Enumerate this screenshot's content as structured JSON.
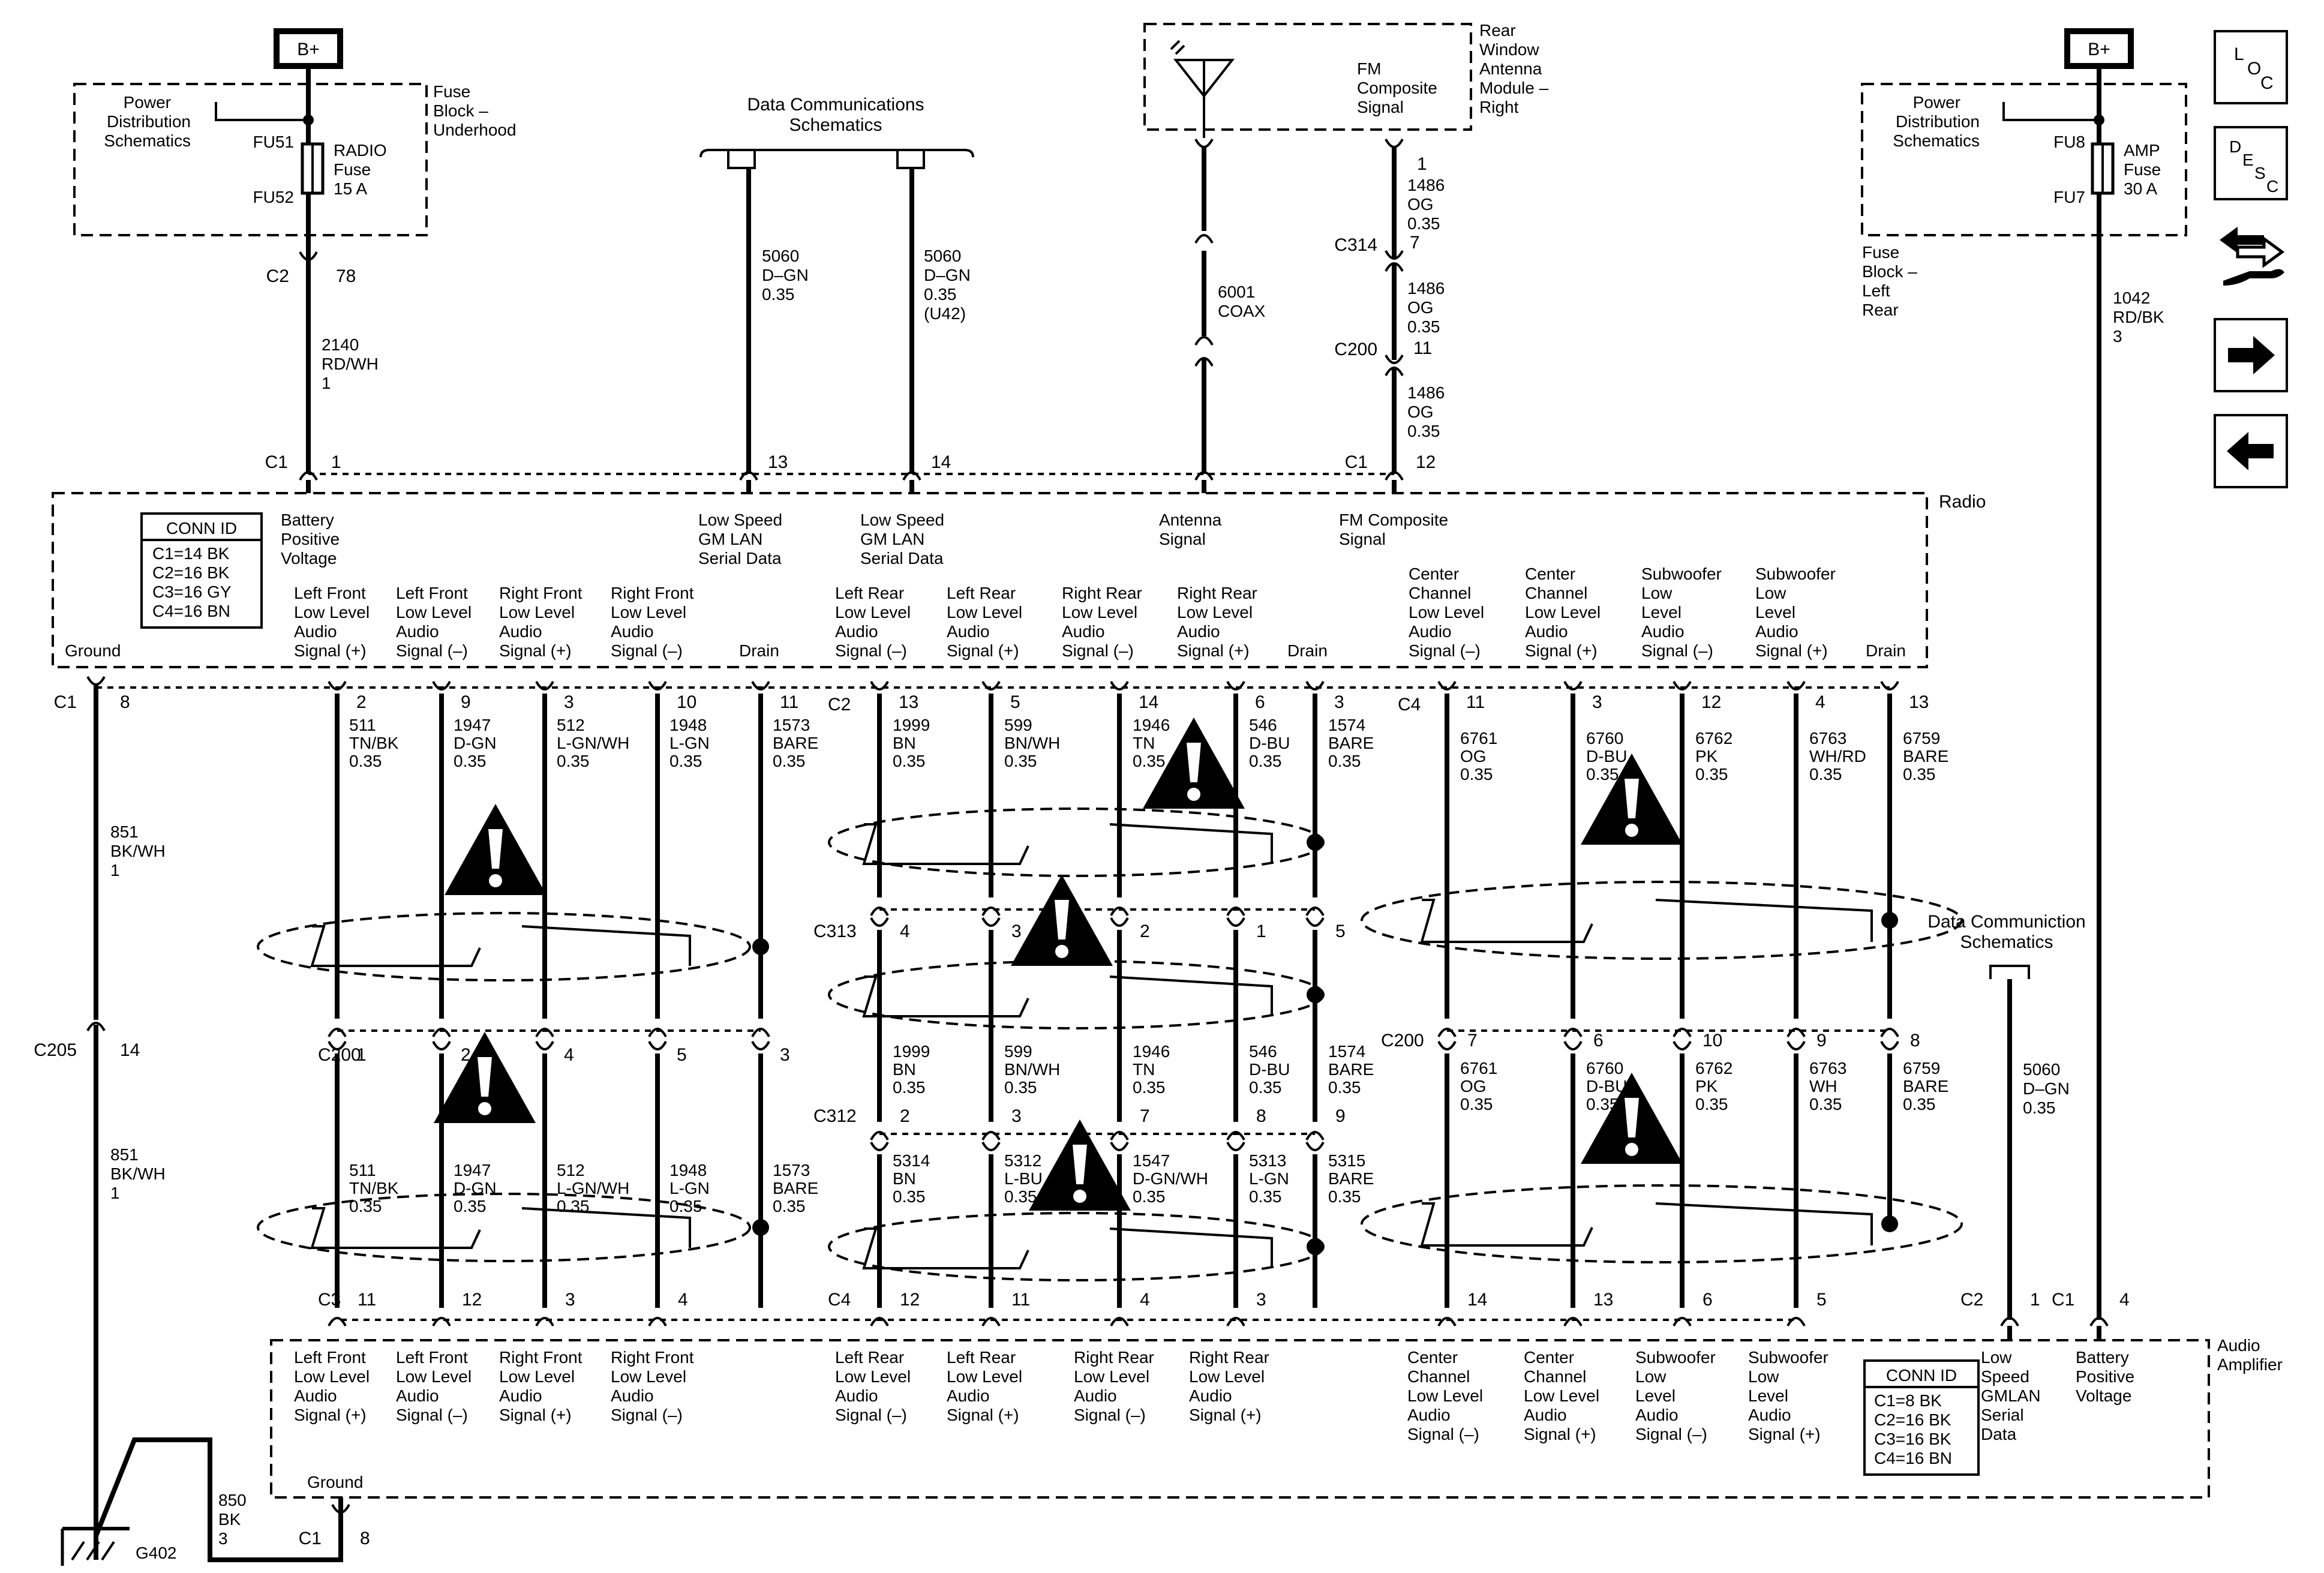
{
  "fuse_left": {
    "source": "B+",
    "pds": "Power Distribution Schematics",
    "fu_top": "FU51",
    "fu_bottom": "FU52",
    "fuse": "RADIO Fuse 15 A",
    "block": "Fuse Block – Underhood"
  },
  "fuse_right": {
    "source": "B+",
    "pds": "Power Distribution Schematics",
    "fu_top": "FU8",
    "fu_bottom": "FU7",
    "fuse": "AMP Fuse 30 A",
    "block": "Fuse Block – Left Rear"
  },
  "dcs_top": "Data Communications Schematics",
  "dcs_right": "Data Communiction Schematics",
  "antenna_module": {
    "title": "Rear Window Antenna Module – Right",
    "signal": "FM Composite Signal",
    "pin": "1"
  },
  "wires_top": {
    "c2_78": {
      "conn": "C2",
      "pin": "78",
      "label": "2140 RD/WH 1"
    },
    "dcs1": {
      "label": "5060 D-GN 0.35"
    },
    "dcs2": {
      "label": "5060 D-GN 0.35 (U42)"
    },
    "coax": {
      "label": "6001 COAX"
    },
    "fm1": {
      "label": "1486 OG 0.35"
    },
    "c314": {
      "conn": "C314",
      "pin": "7"
    },
    "fm2": {
      "label": "1486 OG 0.35"
    },
    "c200": {
      "conn": "C200",
      "pin": "11"
    },
    "fm3": {
      "label": "1486 OG 0.35"
    },
    "amp": {
      "label": "1042 RD/BK 3"
    }
  },
  "radio": {
    "name": "Radio",
    "conn_id_title": "CONN ID",
    "conn_ids": [
      "C1=14 BK",
      "C2=16 BK",
      "C3=16 GY",
      "C4=16 BN"
    ],
    "top_conn": "C1",
    "top_pins": [
      "1",
      "13",
      "14",
      "12"
    ],
    "top_labels": [
      "Battery Positive Voltage",
      "Low Speed GM LAN Serial Data",
      "Low Speed GM LAN Serial Data",
      "Antenna Signal",
      "FM Composite Signal"
    ],
    "bottom_labels": [
      "Ground",
      "Left Front Low Level Audio Signal (+)",
      "Left Front Low Level Audio Signal (–)",
      "Right Front Low Level Audio Signal (+)",
      "Right Front Low Level Audio Signal (–)",
      "Drain",
      "Left Rear Low Level Audio Signal (–)",
      "Left Rear Low Level Audio Signal (+)",
      "Right Rear Low Level Audio Signal (–)",
      "Right Rear Low Level Audio Signal (+)",
      "Drain",
      "Center Channel Low Level Audio Signal (–)",
      "Center Channel Low Level Audio Signal (+)",
      "Subwoofer Low Level Audio Signal (–)",
      "Subwoofer Low Level Audio Signal (+)",
      "Drain"
    ],
    "bottom_conns": [
      "C1",
      "C2",
      "C4"
    ],
    "bottom_pins": [
      "8",
      "2",
      "9",
      "3",
      "10",
      "11",
      "13",
      "5",
      "14",
      "6",
      "3",
      "11",
      "3",
      "12",
      "4",
      "13"
    ]
  },
  "ground_wire": {
    "upper": "851 BK/WH 1",
    "lower": "851 BK/WH 1",
    "conn": "C205",
    "pin": "14"
  },
  "upper_wires": [
    "511 TN/BK 0.35",
    "1947 D-GN 0.35",
    "512 L-GN/WH 0.35",
    "1948 L-GN 0.35",
    "1573 BARE 0.35",
    "1999 BN 0.35",
    "599 BN/WH 0.35",
    "1946 TN 0.35",
    "546 D-BU 0.35",
    "1574 BARE 0.35",
    "6761 OG 0.35",
    "6760 D-BU 0.35",
    "6762 PK 0.35",
    "6763 WH/RD 0.35",
    "6759 BARE 0.35"
  ],
  "c313": {
    "conn": "C313",
    "pins": [
      "4",
      "3",
      "2",
      "1",
      "5"
    ]
  },
  "c200_row": {
    "conn": "C200",
    "pins_front": [
      "1",
      "2",
      "4",
      "5",
      "3"
    ],
    "pins_center": [
      "7",
      "6",
      "10",
      "9",
      "8"
    ]
  },
  "mid_wires_rear": [
    "1999 BN 0.35",
    "599 BN/WH 0.35",
    "1946 TN 0.35",
    "546 D-BU 0.35",
    "1574 BARE 0.35"
  ],
  "c312": {
    "conn": "C312",
    "pins": [
      "2",
      "3",
      "7",
      "8",
      "9"
    ]
  },
  "lower_wires_front": [
    "511 TN/BK 0.35",
    "1947 D-GN 0.35",
    "512 L-GN/WH 0.35",
    "1948 L-GN 0.35",
    "1573 BARE 0.35"
  ],
  "lower_wires_rear": [
    "5314 BN 0.35",
    "5312 L-BU 0.35",
    "1547 D-GN/WH 0.35",
    "5313 L-GN 0.35",
    "5315 BARE 0.35"
  ],
  "lower_wires_center": [
    "6761 OG 0.35",
    "6760 D-BU 0.35",
    "6762 PK 0.35",
    "6763 WH 0.35",
    "6759 BARE 0.35"
  ],
  "dcs_right_wire": "5060 D-GN 0.35",
  "amplifier": {
    "name": "Audio Amplifier",
    "conn_id_title": "CONN ID",
    "conn_ids": [
      "C1=8 BK",
      "C2=16 BK",
      "C3=16 BK",
      "C4=16 BN"
    ],
    "top_conns": [
      "C3",
      "C4",
      "C2",
      "C1"
    ],
    "top_pins": [
      "11",
      "12",
      "3",
      "4",
      "12",
      "11",
      "4",
      "3",
      "14",
      "13",
      "6",
      "5",
      "1",
      "4"
    ],
    "labels": [
      "Left Front Low Level Audio Signal (+)",
      "Left Front Low Level Audio Signal (–)",
      "Right Front Low Level Audio Signal (+)",
      "Right Front Low Level Audio Signal (–)",
      "Left Rear Low Level Audio Signal (–)",
      "Left Rear Low Level Audio Signal (+)",
      "Right Rear Low Level Audio Signal (–)",
      "Right Rear Low Level Audio Signal (+)",
      "Center Channel Low Level Audio Signal (–)",
      "Center Channel Low Level Audio Signal (+)",
      "Subwoofer Low Level Audio Signal (–)",
      "Subwoofer Low Level Audio Signal (+)",
      "Low Speed GMLAN Serial Data",
      "Battery Positive Voltage"
    ],
    "ground_label": "Ground",
    "ground_conn": "C1",
    "ground_pin": "8",
    "ground_wire": "850 BK 3",
    "ground_point": "G402"
  },
  "nav": {
    "loc": [
      "L",
      "O",
      "C"
    ],
    "desc": [
      "D",
      "E",
      "S",
      "C"
    ]
  }
}
